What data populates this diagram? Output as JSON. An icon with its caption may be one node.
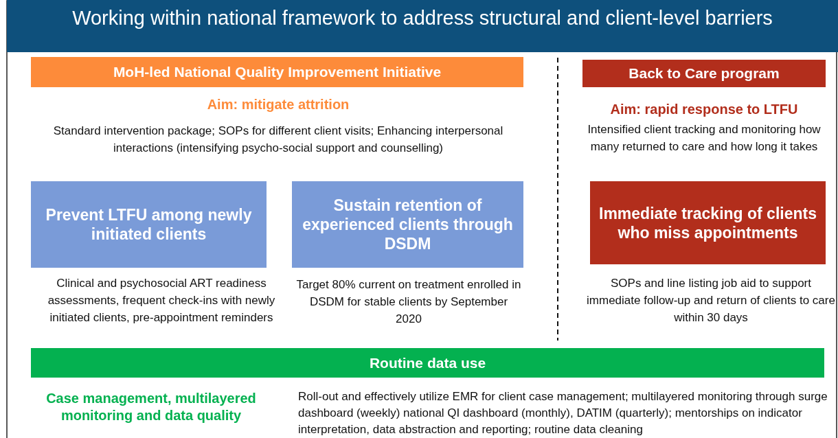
{
  "diagram": {
    "title": "Working within national framework to address structural and client-level barriers",
    "nodes": [
      {
        "text": [
          "MoH-led National Quality Improvement Initiative"
        ]
      },
      {
        "text": [
          "Back to Care program"
        ]
      },
      {
        "text": [
          "Prevent LTFU among newly initiated clients"
        ]
      },
      {
        "text": [
          "Sustain retention of experienced clients through DSDM"
        ]
      },
      {
        "text": [
          "Immediate tracking of clients who miss appointments"
        ]
      },
      {
        "text": [
          "Routine data use"
        ]
      }
    ],
    "labels": [
      "Aim: mitigate attrition",
      "Standard intervention package; SOPs for different client visits; Enhancing interpersonal interactions (intensifying psycho-social support and counselling)",
      "Aim: rapid response to LTFU",
      "Intensified client tracking and monitoring how many returned to care and how long it takes",
      "Clinical and psychosocial ART readiness assessments, frequent check-ins with newly initiated clients, pre-appointment reminders",
      "Target 80% current on treatment enrolled in DSDM for stable clients by September 2020",
      "SOPs and line listing job aid to support immediate follow-up and return of clients to care within 30 days",
      "Case management, multilayered monitoring and data quality",
      "Roll-out and effectively utilize EMR for client case management; multilayered monitoring through surge dashboard (weekly) national QI dashboard (monthly), DATIM (quarterly); mentorships on indicator interpretation, data abstraction and reporting; routine data cleaning"
    ]
  }
}
